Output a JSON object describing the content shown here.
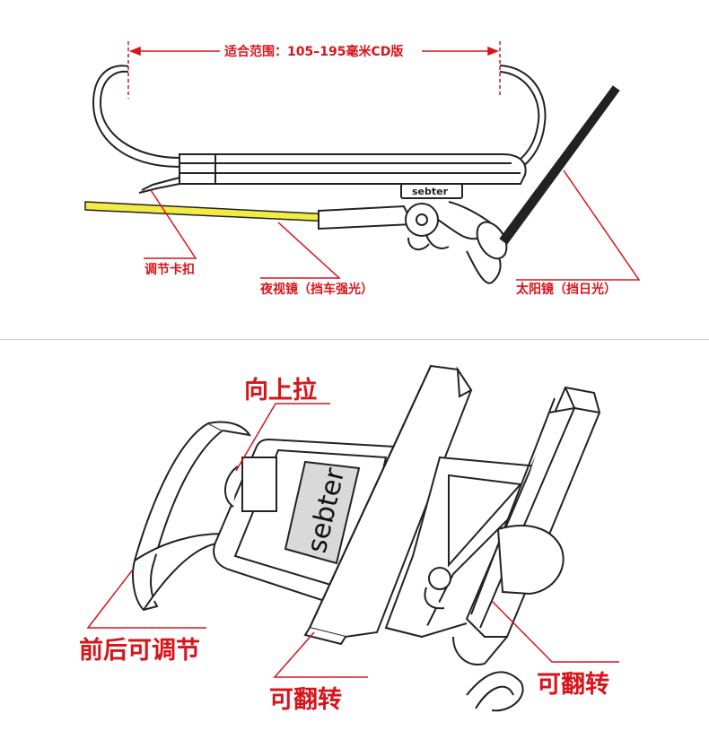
{
  "top_panel": {
    "range_label": "适合范围：105–195毫米CD版",
    "brand": "sebter",
    "callouts": {
      "clip": "调节卡扣",
      "night_lens": "夜视镜（挡车强光）",
      "sun_lens": "太阳镜（挡日光）"
    }
  },
  "bottom_panel": {
    "brand": "sebter",
    "callouts": {
      "pull_up": "向上拉",
      "adjust": "前后可调节",
      "flip_left": "可翻转",
      "flip_right": "可翻转"
    }
  },
  "colors": {
    "label_red": "#d8141b",
    "line_art": "#222222",
    "night_lens_yellow": "#f2ea45"
  }
}
